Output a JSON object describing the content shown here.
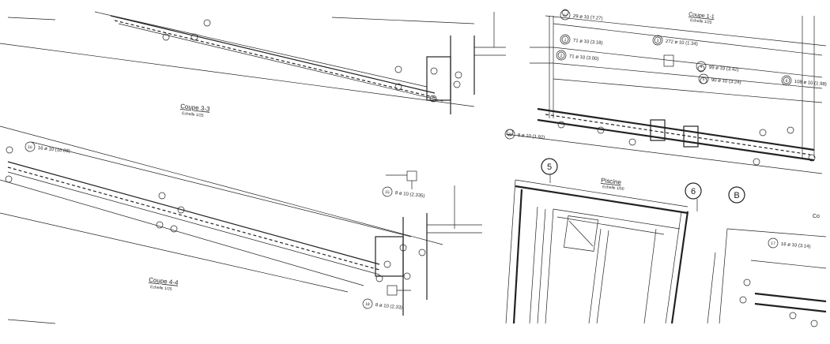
{
  "sections": [
    {
      "title": "Coupe 3-3",
      "scale": "Echelle 1/25"
    },
    {
      "title": "Coupe 4-4",
      "scale": "Echelle 1/25"
    },
    {
      "title": "Coupe 1-1",
      "scale": "Echelle 1/25"
    },
    {
      "title": "Piscine",
      "scale": "Echelle 1/50"
    }
  ],
  "axes": [
    "5",
    "6",
    "B"
  ],
  "bars": [
    {
      "num": "12",
      "text": "29 ø 10 (7.27)"
    },
    {
      "num": "1",
      "text": "71 ø 10 (3.18)"
    },
    {
      "num": "3",
      "text": "272 ø 10 (1.34)"
    },
    {
      "num": "2",
      "text": "71 ø 10 (3.00)"
    },
    {
      "num": "4",
      "text": "99 ø 10 (3.42)"
    },
    {
      "num": "5",
      "text": "90 ø 10 (3.24)"
    },
    {
      "num": "6",
      "text": "108 ø 10 (1.98)"
    },
    {
      "num": "20",
      "text": "8 ø 10 (1.92)"
    },
    {
      "num": "16",
      "text": "16 ø 10 (10.88)"
    },
    {
      "num": "15",
      "text": "8 ø 10 (2.335)"
    },
    {
      "num": "18",
      "text": "8 ø 10 (2.33)"
    },
    {
      "num": "17",
      "text": "16 ø 10 (3.14)"
    }
  ]
}
